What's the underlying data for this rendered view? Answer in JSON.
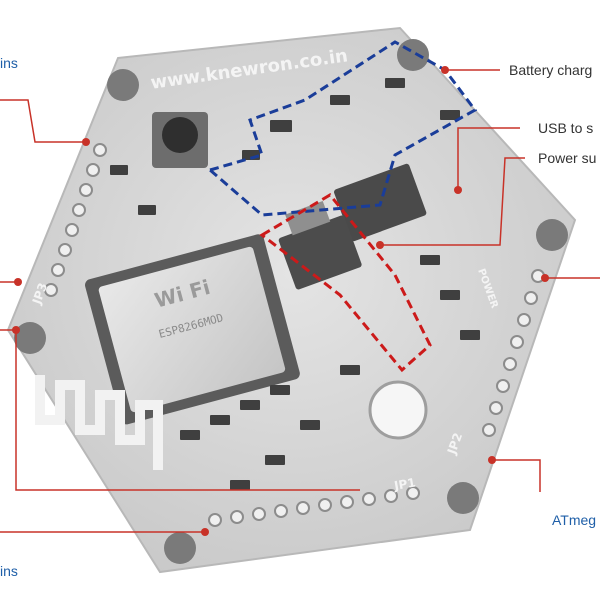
{
  "labels": {
    "top_left_pins": "ins",
    "bottom_left_pins": "ins",
    "battery": "Battery charg",
    "usb": "USB to s",
    "power": "Power su",
    "atmega": "ATmeg"
  },
  "board": {
    "url": "www.knewron.co.in",
    "wifi_module_brand": "Wi Fi",
    "ic_text": "ESP8266MOD",
    "jp1": "JP1",
    "jp2": "JP2",
    "jp3": "JP3",
    "power_label": "POWER"
  },
  "colors": {
    "battery_box": "#1a3d99",
    "power_box": "#cc1a1a",
    "pointer": "#c83228",
    "blue_text": "#1f5fa8"
  }
}
